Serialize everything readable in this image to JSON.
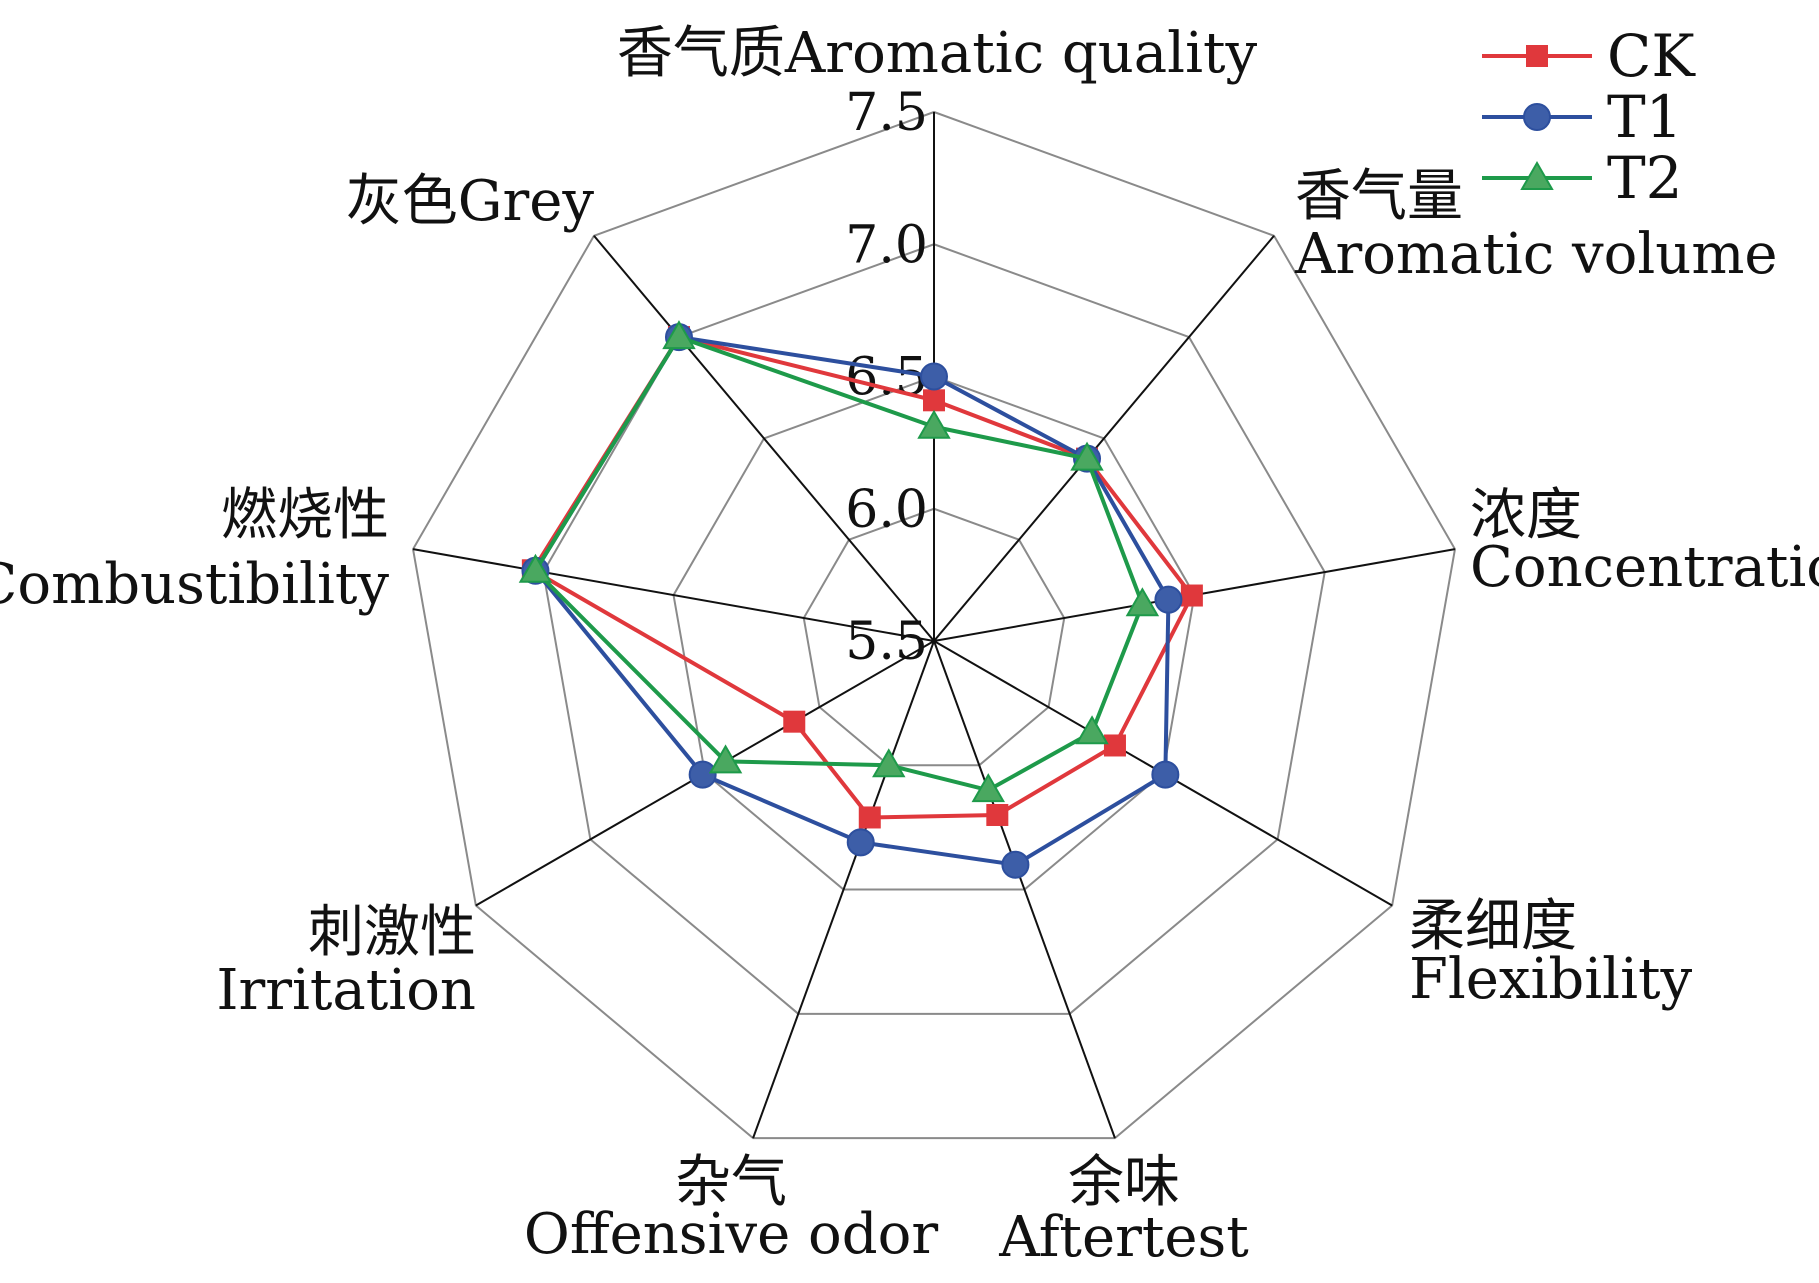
{
  "chart_data": {
    "type": "radar",
    "title": "",
    "axes": [
      {
        "zh": "香气质",
        "en": "Aromatic quality"
      },
      {
        "zh": "香气量",
        "en": "Aromatic volume"
      },
      {
        "zh": "浓度",
        "en": "Concentration"
      },
      {
        "zh": "柔细度",
        "en": "Flexibility"
      },
      {
        "zh": "余味",
        "en": "Aftertest"
      },
      {
        "zh": "杂气",
        "en": "Offensive odor"
      },
      {
        "zh": "刺激性",
        "en": "Irritation"
      },
      {
        "zh": "燃烧性",
        "en": "Combustibility"
      },
      {
        "zh": "灰色",
        "en": "Grey"
      }
    ],
    "range": [
      5.5,
      7.5
    ],
    "ticks": [
      "5.5",
      "6.0",
      "6.5",
      "7.0",
      "7.5"
    ],
    "legend_position": "top-right",
    "series": [
      {
        "name": "CK",
        "color": "#e0383c",
        "marker": "square",
        "values": [
          6.41,
          6.4,
          6.49,
          6.29,
          6.2,
          6.21,
          6.11,
          7.04,
          7.0
        ]
      },
      {
        "name": "T1",
        "color": "#2d4f9e",
        "marker": "circle",
        "values": [
          6.5,
          6.4,
          6.4,
          6.51,
          6.4,
          6.31,
          6.51,
          7.03,
          7.0
        ]
      },
      {
        "name": "T2",
        "color": "#1e9a4a",
        "marker": "triangle",
        "values": [
          6.31,
          6.4,
          6.3,
          6.19,
          6.1,
          6.0,
          6.41,
          7.03,
          7.0
        ]
      }
    ]
  }
}
